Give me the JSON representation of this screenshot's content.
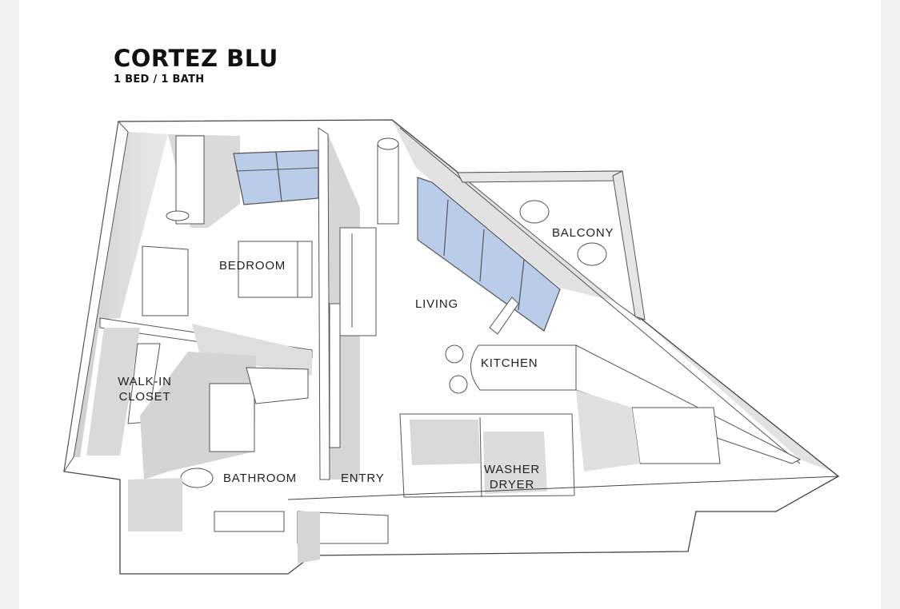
{
  "header": {
    "title": "CORTEZ BLU",
    "subtitle": "1 BED / 1 BATH"
  },
  "rooms": {
    "bedroom": "BEDROOM",
    "living": "LIVING",
    "balcony": "BALCONY",
    "kitchen": "KITCHEN",
    "walk_in_closet_line1": "WALK-IN",
    "walk_in_closet_line2": "CLOSET",
    "bathroom": "BATHROOM",
    "entry": "ENTRY",
    "washer_dryer_line1": "WASHER",
    "washer_dryer_line2": "DRYER"
  },
  "colors": {
    "background": "#ffffff",
    "wall_shadow": "#d8d8d8",
    "window_glass": "#b9cdea",
    "line": "#444444"
  }
}
